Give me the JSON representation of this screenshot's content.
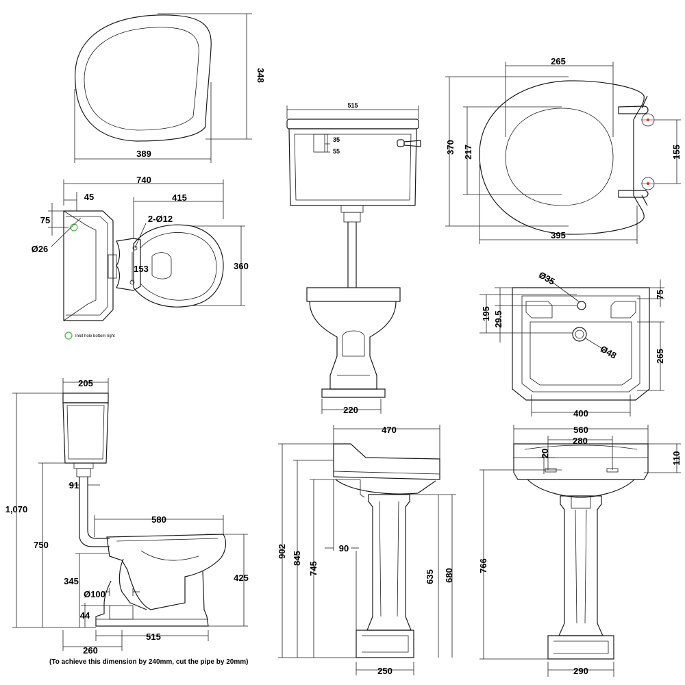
{
  "seat_top": {
    "height": "348",
    "width": "389"
  },
  "pan_plan": {
    "overall": "740",
    "offset": "45",
    "depth": "415",
    "inlet_y": "75",
    "holes": "2-Ø12",
    "inlet_dia": "Ø26",
    "hole_spacing": "153",
    "width": "360",
    "legend": "Inlet hole bottom right"
  },
  "cistern_front": {
    "width": "515",
    "d1": "35",
    "d2": "55",
    "pan_width": "220"
  },
  "seat_plan": {
    "inner": "265",
    "outer_depth": "370",
    "inner_depth": "217",
    "hinge": "155",
    "outer": "395"
  },
  "basin_plan": {
    "tap_hole": "Ø35",
    "d75": "75",
    "d195": "195",
    "d295": "29.5",
    "waste": "Ø48",
    "d265": "265",
    "width": "400"
  },
  "wc_side": {
    "cistern_depth": "205",
    "total_height": "1,070",
    "cistern_height": "750",
    "pipe_offset": "91",
    "pan_length": "580",
    "outlet_height": "345",
    "rim_height": "425",
    "outlet_dia": "Ø100",
    "outlet_base": "44",
    "wall_to_outlet": "260",
    "outlet_to_front": "515",
    "note": "(To achieve this dimension by 240mm, cut the pipe by 20mm)"
  },
  "basin_side": {
    "depth": "470",
    "h902": "902",
    "h845": "845",
    "h745": "745",
    "w90": "90",
    "h635": "635",
    "h680": "680",
    "base": "250"
  },
  "basin_front": {
    "width": "560",
    "holes": "280",
    "d20": "20",
    "d110": "110",
    "height": "766",
    "base": "290"
  }
}
